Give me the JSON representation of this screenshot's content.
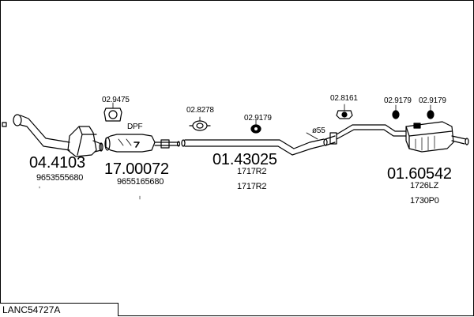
{
  "diagram_code": "LANC54727A",
  "parts": [
    {
      "number": "04.4103",
      "refs": [
        "9653555680"
      ]
    },
    {
      "number": "17.00072",
      "refs": [
        "9655165680"
      ],
      "tag": "DPF"
    },
    {
      "number": "01.43025",
      "refs": [
        "1717R2",
        "1717R2"
      ]
    },
    {
      "number": "01.60542",
      "refs": [
        "1726LZ",
        "1730P0"
      ]
    }
  ],
  "accessories": {
    "gasket": "02.9475",
    "clamp_1": "02.8278",
    "hanger_1": "02.9179",
    "pipe_dim": "ø55",
    "hanger_2": "02.8161",
    "hanger_3": "02.9179",
    "hanger_4": "02.9179"
  },
  "icons": [
    "catalytic-converter",
    "dpf-filter",
    "middle-pipe",
    "rear-muffler",
    "rubber-hanger",
    "clamp",
    "gasket"
  ]
}
